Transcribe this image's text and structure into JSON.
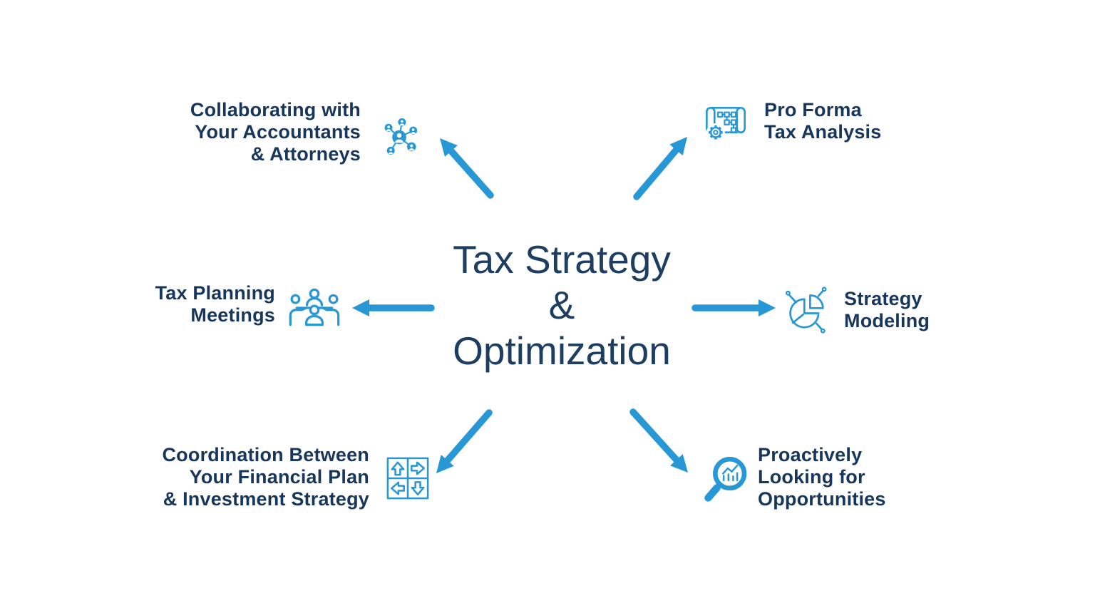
{
  "title": {
    "line1": "Tax Strategy",
    "line2": "&",
    "line3": "Optimization"
  },
  "colors": {
    "accent_blue": "#2797d6",
    "label_navy": "#17365c",
    "title_navy": "#1d3d61",
    "background": "#ffffff"
  },
  "items": [
    {
      "id": "collaborating",
      "icon": "network-people-icon",
      "lines": [
        "Collaborating with",
        "Your Accountants",
        "& Attorneys"
      ]
    },
    {
      "id": "pro-forma",
      "icon": "blueprint-gear-icon",
      "lines": [
        "Pro Forma",
        "Tax Analysis"
      ]
    },
    {
      "id": "tax-planning-meetings",
      "icon": "meeting-table-icon",
      "lines": [
        "Tax Planning",
        "Meetings"
      ]
    },
    {
      "id": "strategy-modeling",
      "icon": "pie-chart-circuit-icon",
      "lines": [
        "Strategy",
        "Modeling"
      ]
    },
    {
      "id": "coordination",
      "icon": "puzzle-arrows-icon",
      "lines": [
        "Coordination Between",
        "Your Financial Plan",
        "& Investment Strategy"
      ]
    },
    {
      "id": "opportunities",
      "icon": "magnifier-chart-icon",
      "lines": [
        "Proactively",
        "Looking for",
        "Opportunities"
      ]
    }
  ],
  "connections": [
    "collaborating",
    "pro-forma",
    "tax-planning-meetings",
    "strategy-modeling",
    "coordination",
    "opportunities"
  ]
}
